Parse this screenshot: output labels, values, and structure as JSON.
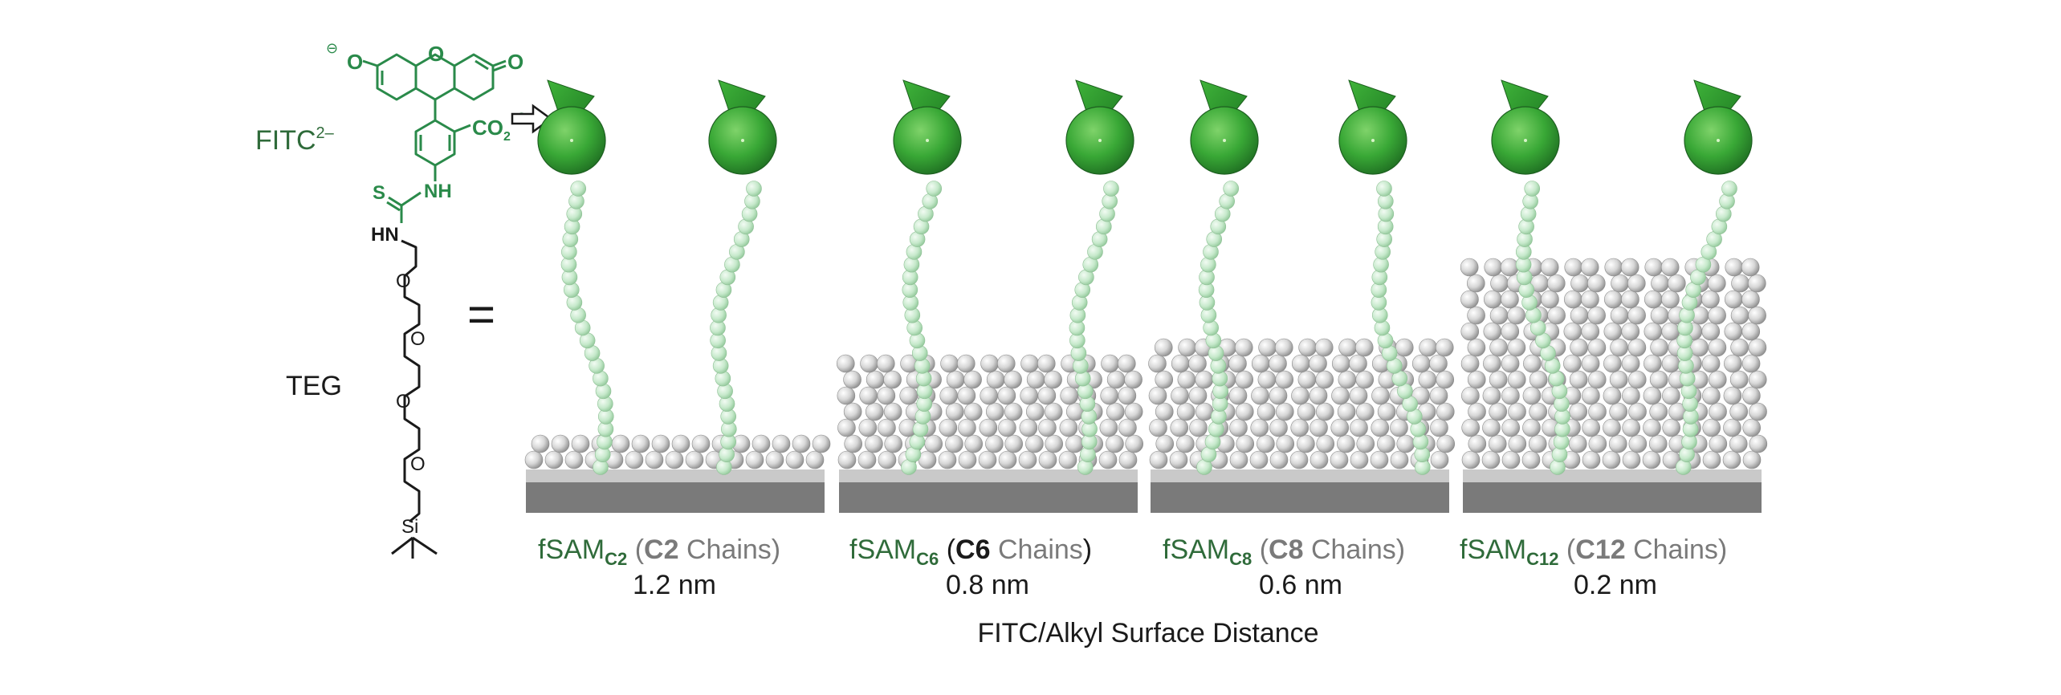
{
  "molecule": {
    "fitc_label": "FITC",
    "fitc_superscript": "2–",
    "teg_label": "TEG",
    "equals": "=",
    "atoms": {
      "o_minus": "O",
      "o_ring": "O",
      "o_keto": "O",
      "co2": "CO",
      "co2_sub": "2",
      "nh": "NH",
      "s": "S",
      "hn": "HN",
      "o1": "O",
      "o2": "O",
      "o3": "O",
      "o4": "O",
      "si": "Si"
    },
    "charge_symbol": "⊖"
  },
  "panels": [
    {
      "name": "fSAM",
      "subscript": "C2",
      "chain_bold": "C2",
      "chain_suffix": " Chains",
      "distance": "1.2 nm"
    },
    {
      "name": "fSAM",
      "subscript": "C6",
      "chain_bold": "C6",
      "chain_suffix": " Chains",
      "distance": "0.8 nm"
    },
    {
      "name": "fSAM",
      "subscript": "C8",
      "chain_bold": "C8",
      "chain_suffix": " Chains",
      "distance": "0.6 nm"
    },
    {
      "name": "fSAM",
      "subscript": "C12",
      "chain_bold": "C12",
      "chain_suffix": " Chains",
      "distance": "0.2 nm"
    }
  ],
  "axis_caption": "FITC/Alkyl Surface Distance",
  "colors": {
    "fluorophore_green": "#2e9a36",
    "teg_chain": "#bfe6c4",
    "alkyl_gray": "#d2d2d2",
    "substrate_dark": "#7a7a7a",
    "substrate_light": "#c9c9c9",
    "label_green": "#2f6b3a",
    "label_gray": "#7a7a7a"
  }
}
